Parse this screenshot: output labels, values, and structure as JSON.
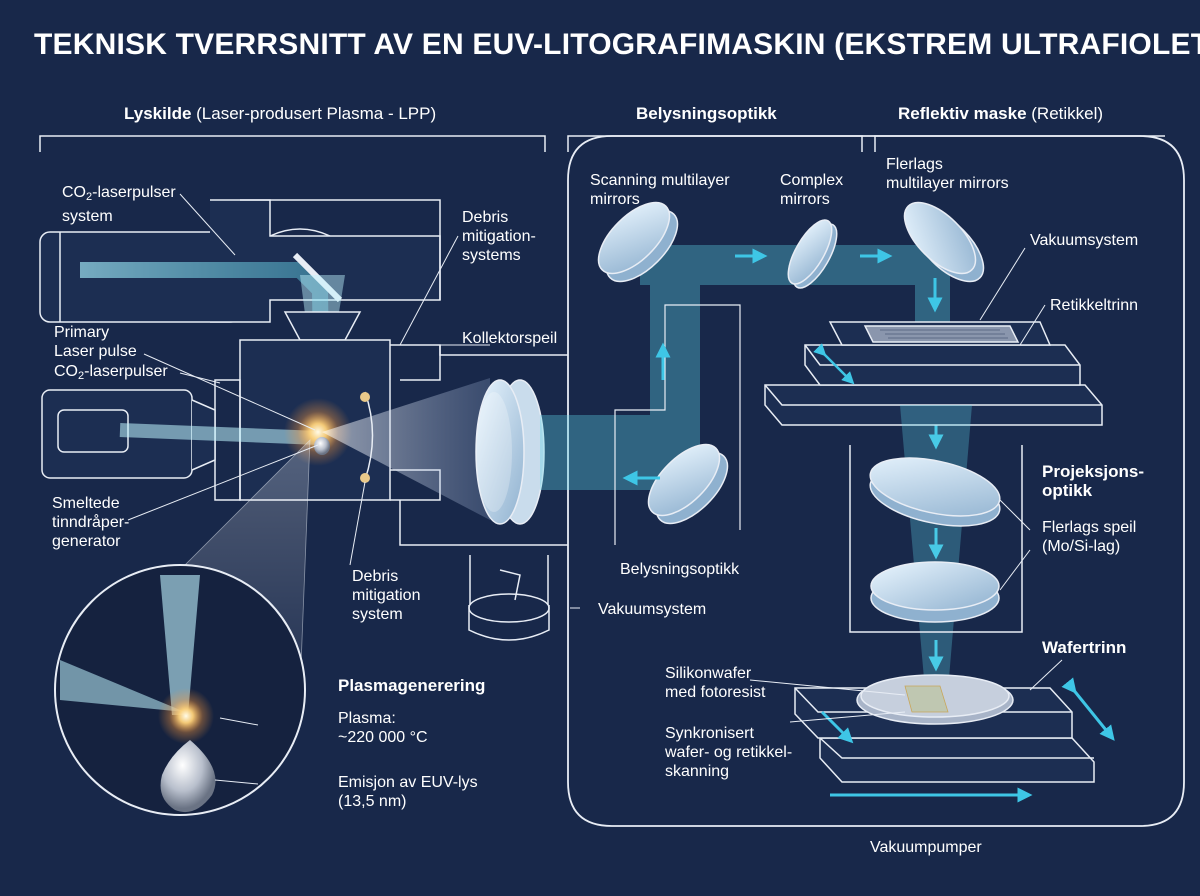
{
  "title": "TEKNISK TVERRSNITT AV EN EUV-LITOGRAFIMASKIN (EKSTREM ULTRAFIOLETT)",
  "sections": {
    "light_source": {
      "bold": "Lyskilde",
      "rest": "(Laser-produsert Plasma - LPP)"
    },
    "illumination": {
      "bold": "Belysningsoptikk"
    },
    "mask": {
      "bold": "Reflektiv maske",
      "rest": "(Retikkel)"
    }
  },
  "labels": {
    "co2_system_1": "CO",
    "co2_system_sub": "2",
    "co2_system_2": "-laserpulser",
    "co2_system_3": "system",
    "debris_top_1": "Debris",
    "debris_top_2": "mitigation-",
    "debris_top_3": "systems",
    "collector": "Kollektorspeil",
    "primary_1": "Primary",
    "primary_2": "Laser pulse",
    "co2_pulser_1": "CO",
    "co2_pulser_sub": "2",
    "co2_pulser_2": "-laserpulser",
    "tin_1": "Smeltede",
    "tin_2": "tinndråper-",
    "tin_3": "generator",
    "debris_bottom_1": "Debris",
    "debris_bottom_2": "mitigation",
    "debris_bottom_3": "system",
    "scan_mirrors_1": "Scanning multilayer",
    "scan_mirrors_2": "mirrors",
    "complex_1": "Complex",
    "complex_2": "mirrors",
    "flerlags_1": "Flerlags",
    "flerlags_2": "multilayer mirrors",
    "vakuum_top": "Vakuumsystem",
    "retikkeltrinn": "Retikkeltrinn",
    "belysning_bottom": "Belysningsoptikk",
    "vakuum_bottom": "Vakuumsystem",
    "projeksjon_1": "Projeksjons-",
    "projeksjon_2": "optikk",
    "flerlags_speil_1": "Flerlags speil",
    "flerlags_speil_2": "(Mo/Si-lag)",
    "wafertrinn": "Wafertrinn",
    "silikon_1": "Silikonwafer",
    "silikon_2": "med fotoresist",
    "synk_1": "Synkronisert",
    "synk_2": "wafer- og retikkel-",
    "synk_3": "skanning",
    "vakuumpumper": "Vakuumpumper",
    "plasma_title": "Plasmagenerering",
    "plasma_1": "Plasma:",
    "plasma_2": "~220 000 °C",
    "emisjon_1": "Emisjon av EUV-lys",
    "emisjon_2": "(13,5 nm)"
  },
  "colors": {
    "background": "#18284a",
    "line": "#e8edf5",
    "beam": "#5fd3e8",
    "arrow": "#3ec6e6",
    "plasma": "#ffb84a"
  }
}
